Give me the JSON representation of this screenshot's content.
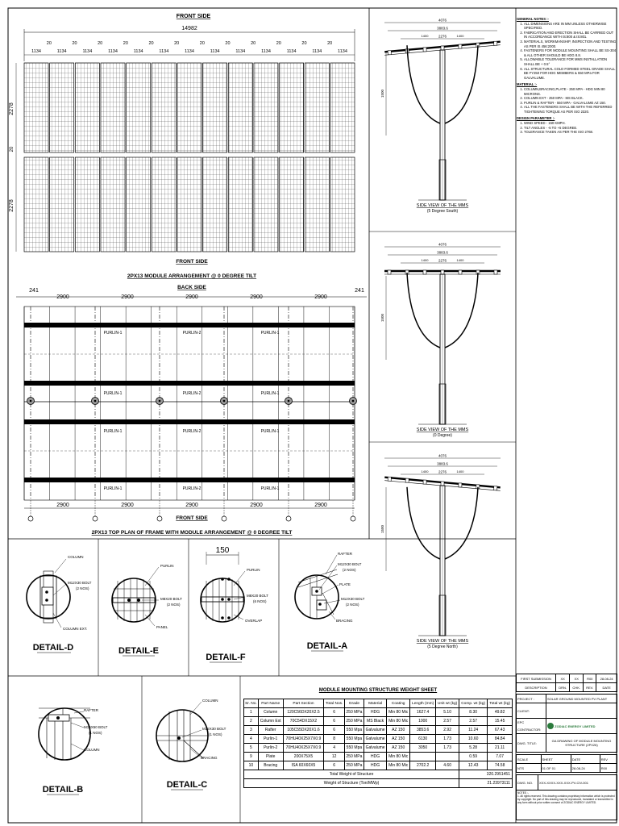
{
  "front_view": {
    "top_label": "FRONT SIDE",
    "overall_dim": "14982",
    "gap_dim": "20",
    "module_dim": "1134",
    "height_dim": "2278",
    "bottom_label": "FRONT SIDE",
    "caption": "2PX13 MODULE ARRANGEMENT @ 0 DEGREE TILT"
  },
  "top_plan": {
    "back_label": "BACK SIDE",
    "overhang_dim": "241",
    "span_dim": "2900",
    "purlin1": "PURLIN-1",
    "purlin2": "PURLIN-2",
    "front_label": "FRONT SIDE",
    "caption": "2PX13 TOP PLAN OF FRAME WITH MODULE ARRANGEMENT @ 0 DEGREE TILT"
  },
  "side_views": [
    {
      "caption": "SIDE VIEW OF THE MMS",
      "sub": "(5 Degree South)",
      "d1": "4076",
      "d2": "3883.6",
      "d3": "2276",
      "d4": "1400",
      "h": "1500"
    },
    {
      "caption": "SIDE VIEW OF THE MMS",
      "sub": "(0 Degree)",
      "d1": "4076",
      "d2": "3883.6",
      "d3": "2276",
      "d4": "1400",
      "h": "1500"
    },
    {
      "caption": "SIDE VIEW OF THE MMS",
      "sub": "(5 Degree North)",
      "d1": "4076",
      "d2": "3883.6",
      "d3": "2276",
      "d4": "1400",
      "h": "1500"
    }
  ],
  "notes": {
    "general_title": "GENERAL NOTES :-",
    "general": [
      "ALL DIMENSIONS ARE IN MM UNLESS OTHERWISE SPECIFIED.",
      "FABRICATION AND ERECTION SHALL BE CARRIED OUT IN ACCORDANCE WITH IS:800 & IS:801.",
      "MATERIALS, WORKMANSHIP, INSPECTION AND TESTING AS PER IS 456:2000.",
      "FASTENERS FOR MODULE MOUNTING SHALL BE SS-304 & ALL OTHER SHOULD BE HDG 8.8.",
      "ALLOWABLE TOLERANCE FOR MMS INSTALLATION SHALL BE + 0.5°",
      "ALL STRUCTURAL COLD FORMED STEEL GRADE SHALL BE FY250 FOR HDG MEMBERS & 550 MPa FOR GALVALUME."
    ],
    "material_title": "MATERIAL :-",
    "material": [
      "COLUMN,BRACING,PLATE - 250 MPA - HDG MIN 80 MICRONS.",
      "COLUMN EXT - 250 MPA - MS BLACK.",
      "PURLIN & RAFTER - 550 MPA - GALVALUME AZ 150.",
      "ALL THE FASTENERS SHALL BE WITH THE REFERRED TIGHTENING TORQUE AS PER ISO 2320."
    ],
    "design_title": "DESIGN PARAMETER :-",
    "design": [
      "WIND SPEED - 150 KMPH.",
      "TILT ANGLES - -5 TO +5 DEGREE.",
      "TOLERANCE TAKEN AS PER THE ISO 2768."
    ]
  },
  "details": {
    "d": {
      "title": "DETAIL-D",
      "l1": "COLUMN",
      "l2": "M12X30 BOLT",
      "l3": "(2 NOS)",
      "l4": "COLUMN EXT."
    },
    "e": {
      "title": "DETAIL-E",
      "l1": "PURLIN",
      "l2": "M8X20 BOLT",
      "l3": "(2 NOS)",
      "l4": "PANEL"
    },
    "f": {
      "title": "DETAIL-F",
      "dim": "150",
      "l1": "PURLIN",
      "l2": "M8X20 BOLT",
      "l3": "(6 NOS)",
      "l4": "OVERLAP"
    },
    "a": {
      "title": "DETAIL-A",
      "l1": "RAFTER",
      "l2": "M12X30 BOLT",
      "l3": "(2 NOS)",
      "l4": "PLATE",
      "l5": "M12X30 BOLT",
      "l6": "(2 NOS)",
      "l7": "BRACING"
    },
    "b": {
      "title": "DETAIL-B",
      "l1": "RAFTER",
      "l2": "M16X50 BOLT",
      "l3": "(1 NOS)",
      "l4": "COLUMN"
    },
    "c": {
      "title": "DETAIL-C",
      "l1": "COLUMN",
      "l2": "M12X30 BOLT",
      "l3": "(1 NOS)",
      "l4": "BRACING"
    }
  },
  "weight_sheet": {
    "title": "MODULE MOUNTING STRUCTURE WEIGHT SHEET",
    "headers": [
      "Sr. No.",
      "Part Name",
      "Part Section",
      "Total Nos.",
      "Grade",
      "Material",
      "Coating",
      "Length (mm)",
      "Unit wt (kg)",
      "Comp. wt (kg)",
      "Total wt (kg)"
    ],
    "rows": [
      [
        "1",
        "Column",
        "120C56DX20X2.5",
        "6",
        "250 MPa",
        "HDG",
        "Min 80 Mic",
        "1627.4",
        "5.10",
        "8.30",
        "49.82"
      ],
      [
        "2",
        "Column Ext",
        "70C54DX15X2",
        "6",
        "250 MPa",
        "MS Black",
        "Min 80 Mic",
        "1000",
        "2.57",
        "2.57",
        "15.45"
      ],
      [
        "3",
        "Rafter",
        "105C55DX20X1.6",
        "6",
        "550 Mpa",
        "Galvalume",
        "AZ 150",
        "3853.6",
        "2.92",
        "11.24",
        "67.43"
      ],
      [
        "4",
        "Purlin-1",
        "70HU40X25X7X0.9",
        "8",
        "550 Mpa",
        "Galvalume",
        "AZ 150",
        "6130",
        "1.73",
        "10.60",
        "84.84"
      ],
      [
        "5",
        "Purlin-2",
        "70HU40X25X7X0.9",
        "4",
        "550 Mpa",
        "Galvalume",
        "AZ 150",
        "3050",
        "1.73",
        "5.28",
        "21.11"
      ],
      [
        "9",
        "Plate",
        "200X75X5",
        "12",
        "250 MPa",
        "HDG",
        "Min 80 Mic",
        "",
        "",
        "0.59",
        "7.07"
      ],
      [
        "10",
        "Bracing",
        "ISA 60X60X5",
        "6",
        "250 MPa",
        "HDG",
        "Min 80 Mic",
        "2702.2",
        "4.60",
        "12.43",
        "74.58"
      ]
    ],
    "total_label": "Total Weight of Structure",
    "total_value": "320.2951451",
    "per_mw_label": "Weight of Structure (Ton/MWp)",
    "per_mw_value": "21.23973111"
  },
  "title_block": {
    "rev_rows": [
      [
        "FIRST SUBMISSION",
        "XX",
        "XX",
        "R00",
        "28-08-24"
      ],
      [
        "DESCRIPTION",
        "DRN.",
        "CHK.",
        "REV.",
        "DATE"
      ]
    ],
    "project_label": "PROJECT :",
    "project": "SOLAR GROUND MOUNTED PV PLANT",
    "client_label": "CLIENT:",
    "epc_label": "EPC CONTRACTOR:",
    "epc_name": "ZODIAC ENERGY LIMITED",
    "dwg_title_label": "DWG. TITLE:",
    "dwg_title": "GA DRAWING OF MODULE MOUNTING STRUCTURE (2PX26)",
    "scale_label": "SCALE",
    "sheet_label": "SHEET",
    "date_label": "DATE",
    "rev_label": "REV",
    "scale": "NTS",
    "sheet": "01 OF 01",
    "date": "28-08-24",
    "rev": "R00",
    "dwg_no_label": "DWG. NO.",
    "dwg_no": "XXX-XXXX-XXX-XXX-PV-CIV-001",
    "notes_label": "NOTES :-",
    "copyright": "1. All rights reserved. This drawing contains proprietary information which is protected by copyright. No part of this drawing may be reproduced, translated or transmitted in any form without prior written consent of ZODIAC ENERGY LIMITED."
  }
}
